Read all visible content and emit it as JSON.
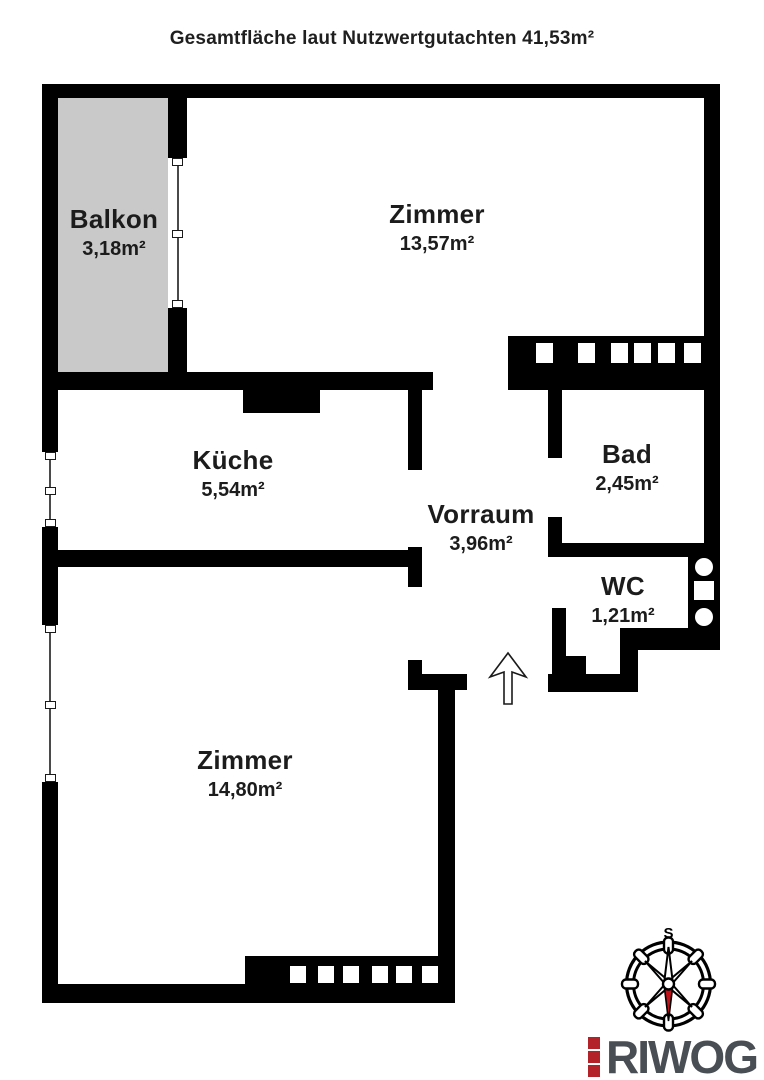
{
  "title": "Gesamtfläche laut Nutzwertgutachten 41,53m²",
  "rooms": {
    "balkon": {
      "name": "Balkon",
      "area": "3,18m²"
    },
    "zimmer_top": {
      "name": "Zimmer",
      "area": "13,57m²"
    },
    "kueche": {
      "name": "Küche",
      "area": "5,54m²"
    },
    "vorraum": {
      "name": "Vorraum",
      "area": "3,96m²"
    },
    "bad": {
      "name": "Bad",
      "area": "2,45m²"
    },
    "wc": {
      "name": "WC",
      "area": "1,21m²"
    },
    "zimmer_bottom": {
      "name": "Zimmer",
      "area": "14,80m²"
    }
  },
  "compass": {
    "south_label": "S"
  },
  "logo": {
    "brand": "RIWOG"
  },
  "colors": {
    "wall": "#000000",
    "balcony_fill": "#c9c9c9",
    "compass_needle": "#c31118",
    "logo_text": "#484e54",
    "logo_accent": "#b22228"
  }
}
